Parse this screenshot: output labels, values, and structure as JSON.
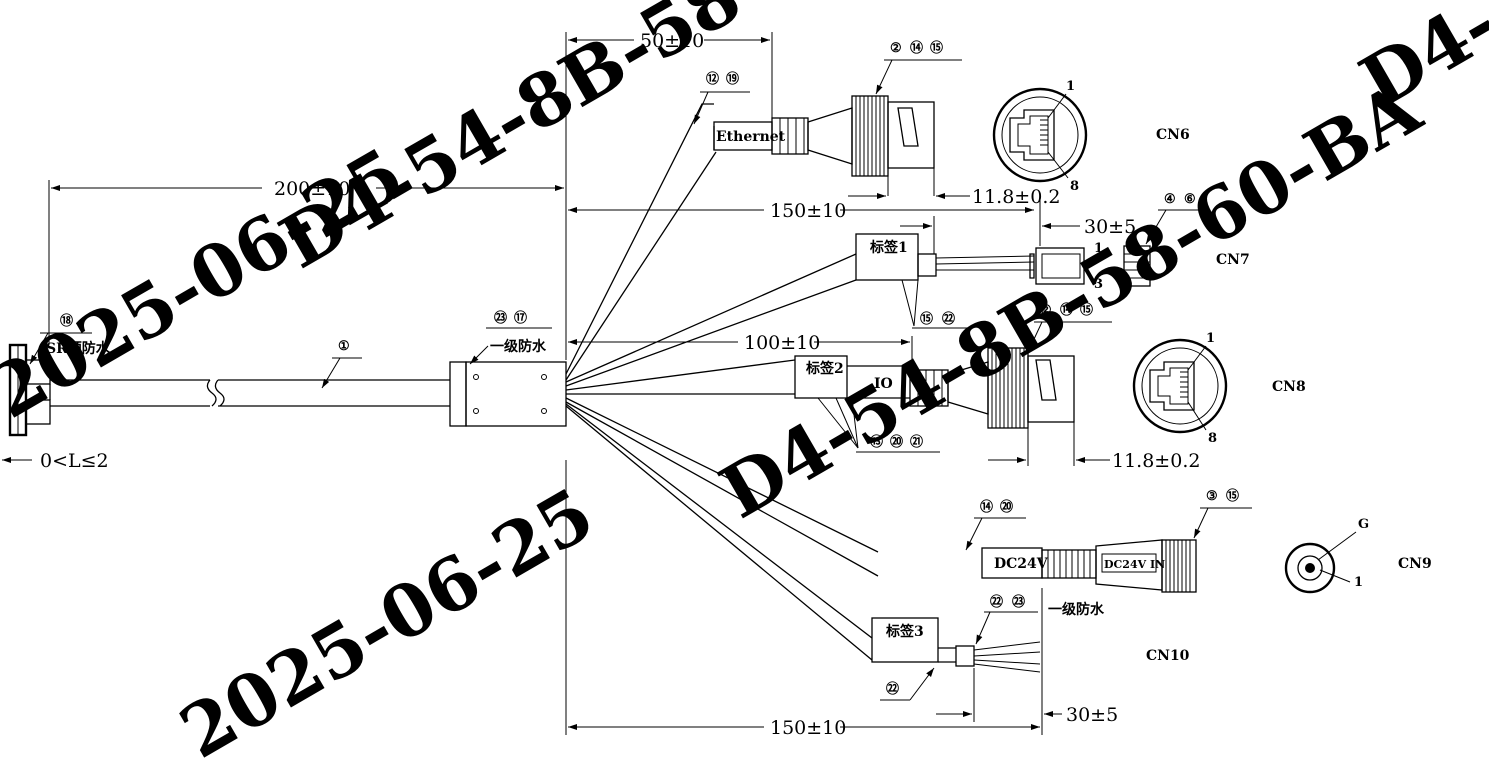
{
  "watermark": [
    "D4-54-8B-58-60-BA",
    "2025-06-25"
  ],
  "dimensions": {
    "d200": "200±10",
    "d50": "50±10",
    "d150_top": "150±10",
    "d100": "100±10",
    "d150_bottom": "150±10",
    "d30_top": "30±5",
    "d30_bottom": "30±5",
    "d118_cn6": "11.8±0.2",
    "d118_cn8": "11.8±0.2",
    "d_length": "0<L≤2"
  },
  "labels": {
    "sr_waterproof": "SR预防水",
    "grade1_waterproof_main": "一级防水",
    "grade1_waterproof_dc": "一级防水",
    "ethernet": "Ethernet",
    "tag1": "标签1",
    "tag2": "标签2",
    "tag3": "标签3",
    "io": "IO",
    "dc24v": "DC24V",
    "dc24v_in": "DC24V IN",
    "pin1_cn6": "1",
    "pin8_cn6": "8",
    "pin1_cn7": "1",
    "pin3_cn7": "3",
    "pin1_cn8": "1",
    "pin8_cn8": "8",
    "pin_g_cn9": "G",
    "pin1_cn9": "1"
  },
  "connectors": {
    "cn6": "CN6",
    "cn7": "CN7",
    "cn8": "CN8",
    "cn9": "CN9",
    "cn10": "CN10"
  },
  "balloons": {
    "b18": [
      "⑱"
    ],
    "b1": [
      "①"
    ],
    "b23_17": [
      "㉓",
      "⑰"
    ],
    "b12_19": [
      "⑫",
      "⑲"
    ],
    "b2_14_15_top": [
      "②",
      "⑭",
      "⑮"
    ],
    "b4_6": [
      "④",
      "⑥"
    ],
    "b15_22": [
      "⑮",
      "㉒"
    ],
    "b2_14_15_mid": [
      "②",
      "⑭",
      "⑮"
    ],
    "b13_20_21": [
      "⑬",
      "⑳",
      "㉑"
    ],
    "b14_20": [
      "⑭",
      "⑳"
    ],
    "b3_15": [
      "③",
      "⑮"
    ],
    "b22_23": [
      "㉒",
      "㉓"
    ],
    "b22": [
      "㉒"
    ]
  }
}
